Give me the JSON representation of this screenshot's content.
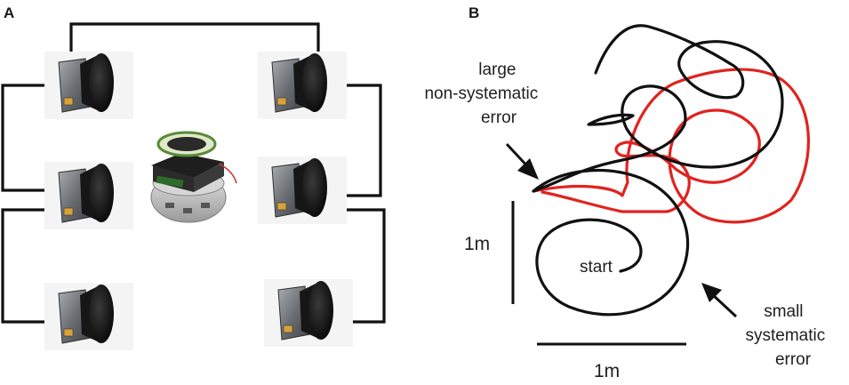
{
  "panels": {
    "a_label": "A",
    "b_label": "B"
  },
  "annotations": {
    "large_error_line1": "large",
    "large_error_line2": "non-systematic",
    "large_error_line3": "error",
    "start": "start",
    "small_error_line1": "small",
    "small_error_line2": "systematic",
    "small_error_line3": "error"
  },
  "scale": {
    "vertical": "1m",
    "horizontal": "1m"
  },
  "colors": {
    "trajectory_black": "#111111",
    "trajectory_red": "#e0231f",
    "speaker_body": "#5f6266",
    "speaker_cone": "#111111",
    "wire": "#111111"
  }
}
